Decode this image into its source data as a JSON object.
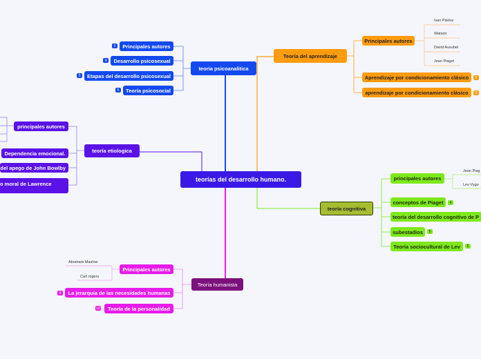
{
  "colors": {
    "root": "#3a19e6",
    "psico": "#1449f0",
    "aprendizaje": "#ff9b0f",
    "etiologica": "#5a12e6",
    "cognitiva": "#7ee81c",
    "humanista": "#e81ce8"
  },
  "root": {
    "label": "teorías del desarrollo humano."
  },
  "psico": {
    "label": "teoria psicoanalitica",
    "children": [
      {
        "label": "Principales autores",
        "badge": "2"
      },
      {
        "label": "Desarrollo psicosexual",
        "badge": "4"
      },
      {
        "label": "Etapas del desarrollo psicosexual",
        "badge": "5"
      },
      {
        "label": "Teoría psicosocial",
        "badge": "6"
      }
    ]
  },
  "aprendizaje": {
    "label": "Teoría del aprendizaje",
    "autores": {
      "label": "Principales autores",
      "names": [
        "Ivan Pávlov",
        "Watson",
        "David Ausubel",
        "Jean Piaget"
      ]
    },
    "children": [
      {
        "label": "Aprendizaje por condicionamiento clásico",
        "badge": "8"
      },
      {
        "label": "aprendizaje por condicionamiento clásico",
        "badge": "9"
      }
    ]
  },
  "etiologica": {
    "label": "teoría etiologica",
    "children": [
      {
        "label": "principales autores"
      },
      {
        "label": "Dependencia emocional."
      },
      {
        "label": "del apego de John Bowlby"
      },
      {
        "label": "o moral de Lawrence"
      }
    ]
  },
  "cognitiva": {
    "label": "teoría cognitiva",
    "autores": {
      "label": "principales autores",
      "names": [
        "Jean Piag",
        "Lev Vygo"
      ]
    },
    "children": [
      {
        "label": "conceptos de Piaget",
        "badge": "4"
      },
      {
        "label": "teoría del desarrollo cognitivo de  P",
        "badge": ""
      },
      {
        "label": "subestadios",
        "badge": "5"
      },
      {
        "label": "Teoría sociocultural de Lev",
        "badge": "5"
      }
    ]
  },
  "humanista": {
    "label": "Teoría humanista",
    "autores": {
      "label": "Principales autores",
      "names": [
        "Abraham Maslow",
        "Carl rogers"
      ]
    },
    "children": [
      {
        "label": "La jerarquía de las necesidades humanas",
        "badge": "5"
      },
      {
        "label": "Teoría de la personalidad",
        "badge": "10"
      }
    ]
  }
}
